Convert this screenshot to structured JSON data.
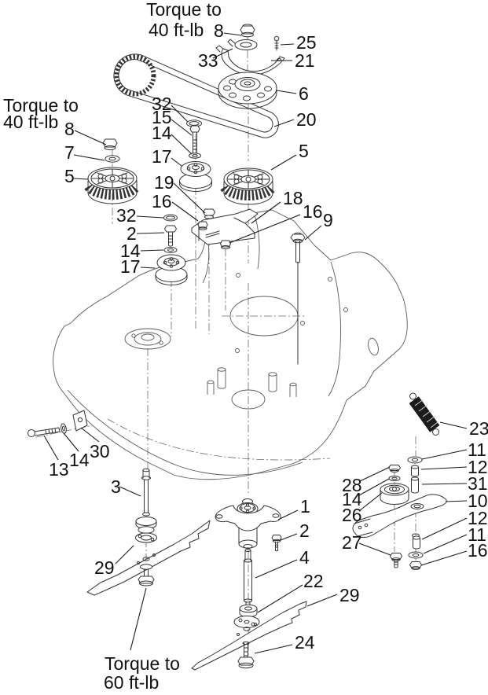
{
  "diagram": {
    "type": "exploded-parts-diagram",
    "subject": "mower deck spindle, pulley, belt and blade assembly",
    "torque_notes": {
      "top": {
        "line1": "Torque to",
        "line2": "40 ft-lb"
      },
      "left": {
        "line1": "Torque to",
        "line2": "40 ft-lb"
      },
      "bottom": {
        "line1": "Torque to",
        "line2": "60 ft-lb"
      }
    },
    "callouts": {
      "c8_top": "8",
      "c25": "25",
      "c33": "33",
      "c21": "21",
      "c6": "6",
      "c20": "20",
      "c5_right": "5",
      "c8_left": "8",
      "c7": "7",
      "c5_left": "5",
      "c32_mid": "32",
      "c15": "15",
      "c14_mid": "14",
      "c17_mid": "17",
      "c19": "19",
      "c16_bracket_a": "16",
      "c18": "18",
      "c16_bracket_b": "16",
      "c9": "9",
      "c32_idler": "32",
      "c2_idler": "2",
      "c14_idler": "14",
      "c17_idler": "17",
      "c13": "13",
      "c14_carriage": "14",
      "c30": "30",
      "c3": "3",
      "c29_left": "29",
      "c1": "1",
      "c2_spindle": "2",
      "c4": "4",
      "c22": "22",
      "c29_right": "29",
      "c24": "24",
      "c23": "23",
      "c11_upper": "11",
      "c12_upper": "12",
      "c28": "28",
      "c31": "31",
      "c14_arm": "14",
      "c10": "10",
      "c26": "26",
      "c12_lower": "12",
      "c27": "27",
      "c11_lower": "11",
      "c16_lower": "16"
    }
  }
}
